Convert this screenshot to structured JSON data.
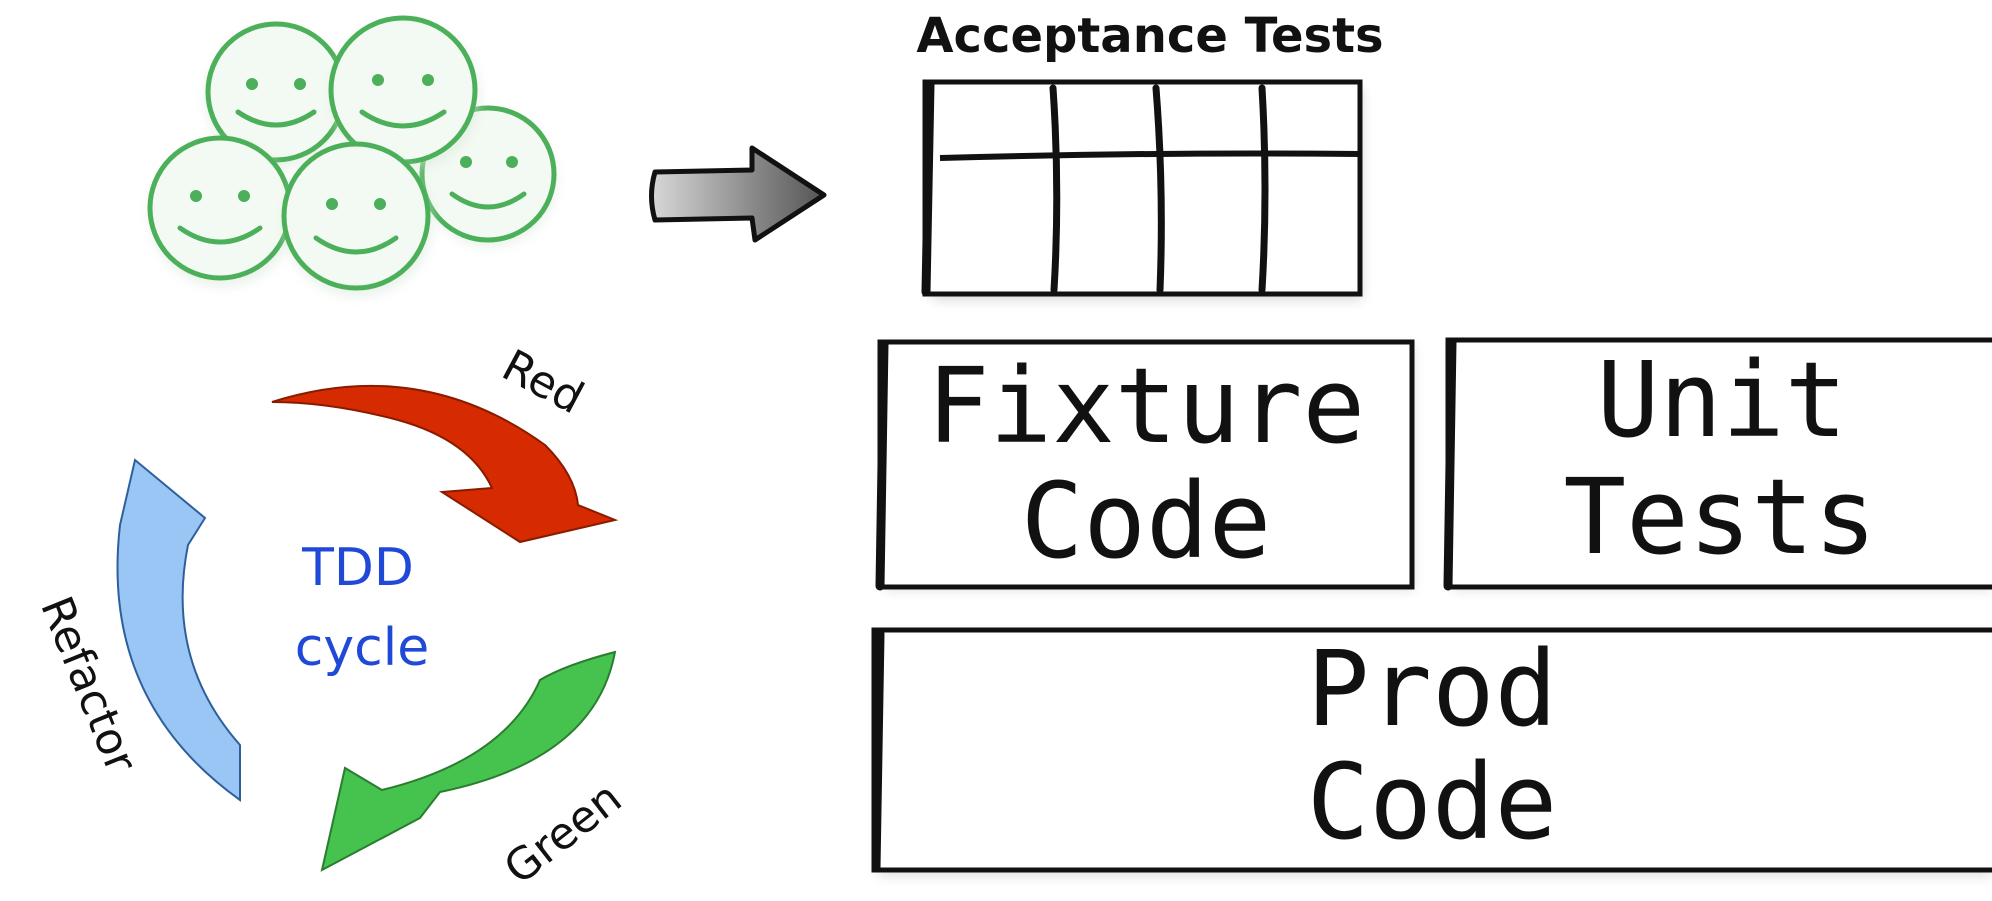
{
  "acceptance_tests": {
    "label": "Acceptance Tests"
  },
  "tdd_cycle": {
    "center_line1": "TDD",
    "center_line2": "cycle",
    "red_label": "Red",
    "green_label": "Green",
    "refactor_label": "Refactor",
    "colors": {
      "red": "#d62b00",
      "green": "#46c24f",
      "refactor": "#99c6f5",
      "center_text": "#1f49d6"
    }
  },
  "boxes": {
    "fixture_code": {
      "line1": "Fixture",
      "line2": "Code"
    },
    "unit_tests": {
      "line1": "Unit",
      "line2": "Tests"
    },
    "prod_code": {
      "line1": "Prod",
      "line2": "Code"
    }
  },
  "colors": {
    "smiley_stroke": "#4caf5a",
    "smiley_fill": "#f3faf3",
    "ink": "#111111"
  }
}
